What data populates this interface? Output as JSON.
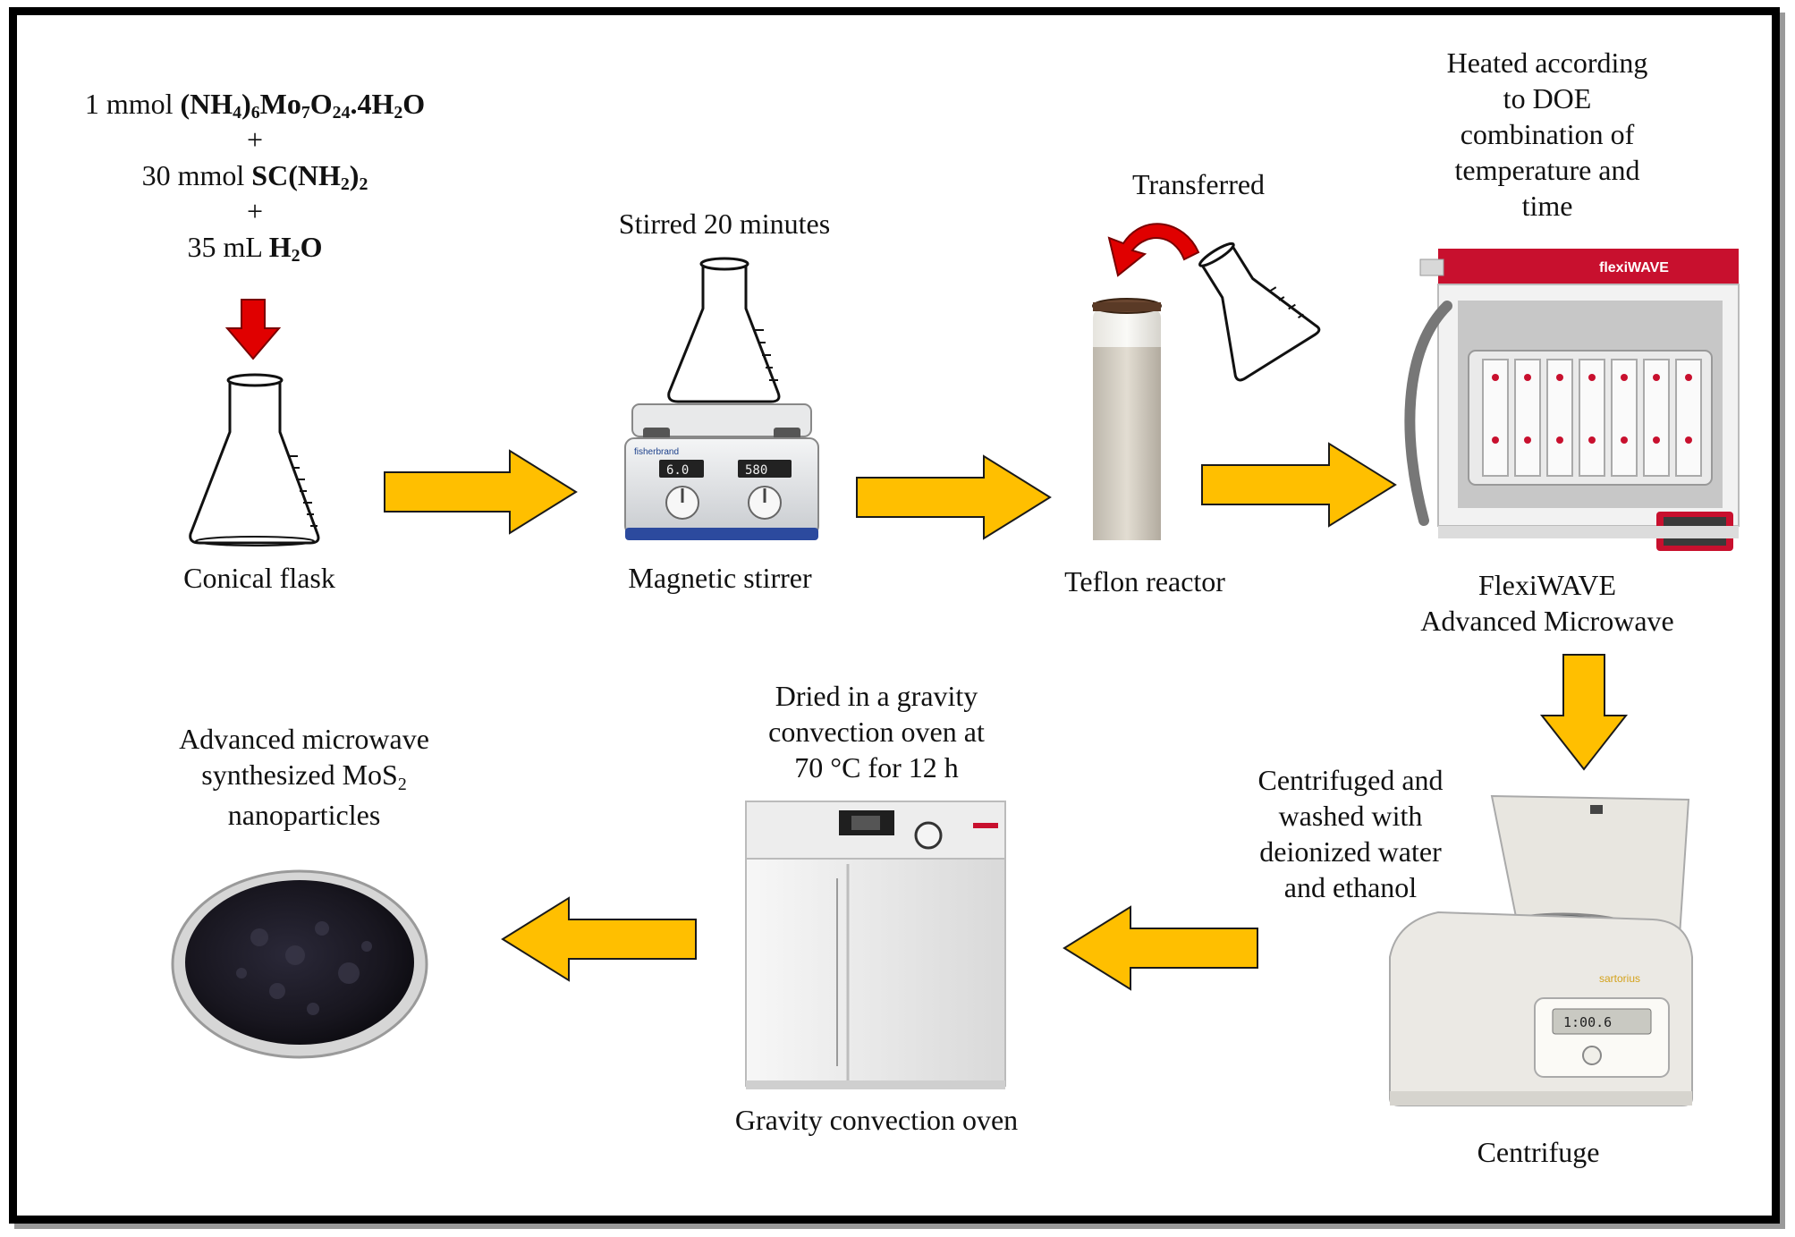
{
  "reagents": {
    "line1_prefix": "1 mmol",
    "line1_formula": "(NH4)6Mo7O24.4H2O",
    "plus_a": "+",
    "line2_prefix": "30 mmol",
    "line2_formula": "SC(NH2)2",
    "plus_b": "+",
    "line3_prefix": "35 mL",
    "line3_formula": "H2O"
  },
  "steps": {
    "conical_flask": "Conical flask",
    "stirred": "Stirred 20 minutes",
    "magnetic_stirrer": "Magnetic stirrer",
    "transferred": "Transferred",
    "teflon_reactor": "Teflon reactor",
    "heated": [
      "Heated according",
      "to DOE",
      "combination of",
      "temperature and",
      "time"
    ],
    "microwave": [
      "FlexiWAVE",
      "Advanced Microwave"
    ],
    "centrifuged": [
      "Centrifuged and",
      "washed with",
      "deionized water",
      "and ethanol"
    ],
    "centrifuge": "Centrifuge",
    "dried": [
      "Dried in a gravity",
      "convection oven at",
      "70 °C for 12 h"
    ],
    "oven": "Gravity convection oven",
    "product_title_line1": "Advanced microwave",
    "product_title_line2_prefix": "synthesized MoS",
    "product_title_line2_sub": "2",
    "product_title_line3": "nanoparticles"
  },
  "equipment_labels": {
    "stirrer_brand": "fisherbrand",
    "stirrer_display_left": "6.0",
    "stirrer_display_right": "580",
    "microwave_brand": "flexiWAVE",
    "centrifuge_brand": "sartorius",
    "centrifuge_display": "1:00.6"
  },
  "colors": {
    "arrow_fill": "#FFBF00",
    "arrow_stroke": "#1a1a1a",
    "down_arrow_red": "#E00000",
    "microwave_accent": "#C8102E"
  }
}
